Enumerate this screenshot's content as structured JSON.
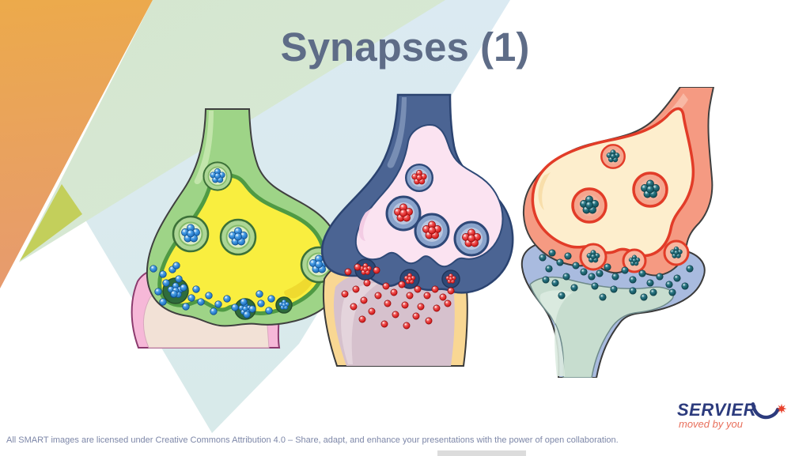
{
  "slide": {
    "title": "Synapses (1)",
    "title_color": "#5e6c87",
    "footer": {
      "attribution": "All SMART images are licensed under Creative Commons Attribution 4.0 – Share, adapt, and enhance your presentations with the power of open collaboration."
    },
    "logo": {
      "brand": "SERVIER",
      "tagline": "moved by you",
      "brand_color": "#2c3b7d",
      "tagline_color": "#e86f5b",
      "star_color": "#e8432e"
    },
    "background": {
      "accent_orange": "#ecaa4b",
      "accent_salmon": "#e28c7e",
      "accent_sage": "#d4e6cf",
      "accent_blue": "#dbeaf2",
      "accent_olive": "#c3cf5b"
    },
    "illustrations": [
      {
        "name": "green-synapse",
        "axon_color": "#9ed487",
        "terminal_fill": "#f9ee3f",
        "vesicle_ring": "#add695",
        "neurotransmitter_color": "#1d6fc4",
        "postsynaptic_membrane": "#f6b8d8",
        "postsynaptic_fill": "#f2e1d6",
        "vesicle_count": 4
      },
      {
        "name": "navy-synapse",
        "axon_color": "#4b6493",
        "terminal_fill": "#fbe3f1",
        "vesicle_ring": "#8aa3cb",
        "neurotransmitter_color": "#e11212",
        "postsynaptic_membrane": "#f9d793",
        "postsynaptic_fill": "#d6c1cd",
        "vesicle_count": 4
      },
      {
        "name": "salmon-synapse",
        "axon_color": "#f59a82",
        "terminal_fill": "#fdeecd",
        "vesicle_ring": "#e23c28",
        "neurotransmitter_color": "#14525e",
        "postsynaptic_membrane": "#a9bbdf",
        "postsynaptic_fill": "#c7ddcf",
        "vesicle_count": 3
      }
    ]
  }
}
